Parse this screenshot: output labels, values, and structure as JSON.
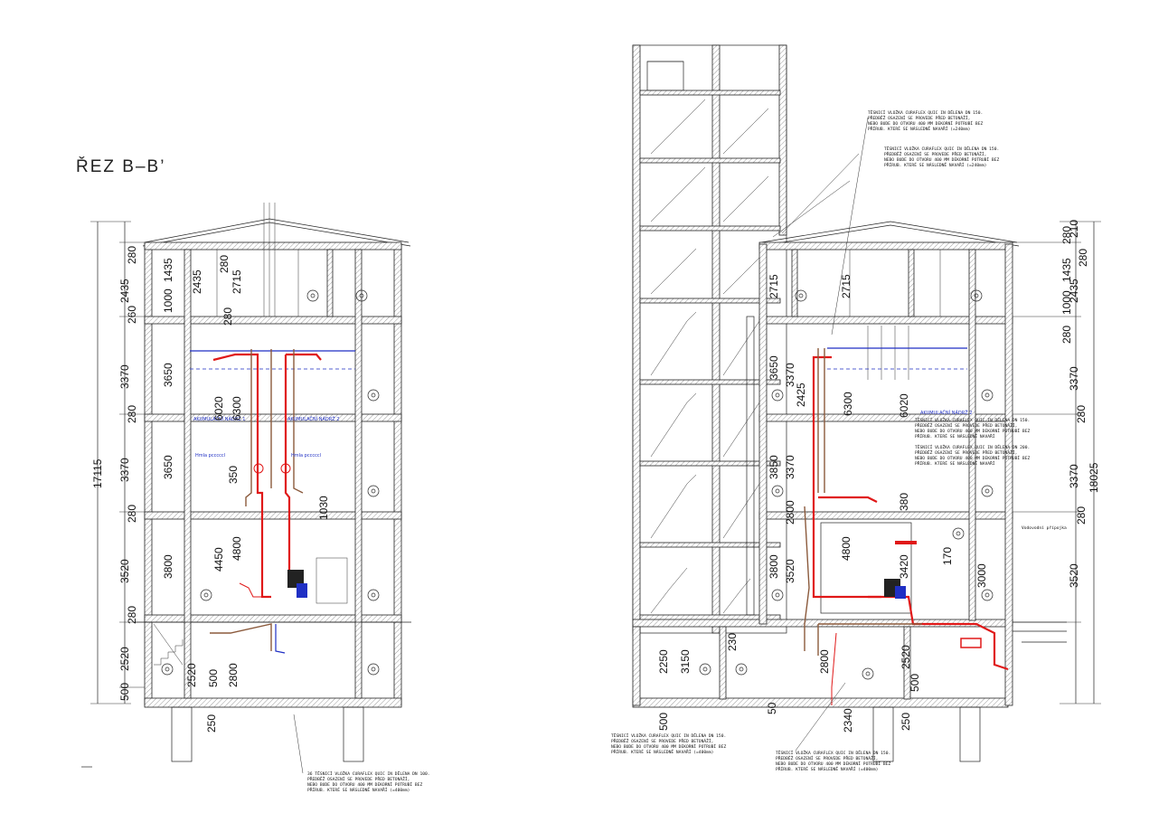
{
  "drawing": {
    "title_left": "ŘEZ B–B’",
    "left_dims": [
      "17115",
      "2435",
      "3370",
      "3370",
      "3520",
      "2520",
      "500",
      "280",
      "260",
      "280",
      "280",
      "280"
    ],
    "left_inner_dims": [
      "1435",
      "1000",
      "2435",
      "2715",
      "280",
      "280",
      "3650",
      "3650",
      "3800",
      "6020",
      "6300",
      "4450",
      "4800",
      "350",
      "1030",
      "2520",
      "2800",
      "500",
      "250"
    ],
    "right_dims": [
      "18025",
      "2435",
      "3370",
      "3370",
      "3520",
      "210",
      "1435",
      "1000",
      "280",
      "280",
      "280",
      "280",
      "280"
    ],
    "right_inner_dims": [
      "2715",
      "2715",
      "3650",
      "3370",
      "2425",
      "6300",
      "6020",
      "3850",
      "3370",
      "2800",
      "380",
      "3800",
      "3520",
      "4800",
      "3420",
      "170",
      "3000",
      "2250",
      "3150",
      "2800",
      "2520",
      "500",
      "230",
      "500",
      "2340",
      "250",
      "50"
    ],
    "labels": {
      "akumulacni_left": "AKUMULAČNÍ NÁDRŽ 1",
      "akumulacni_right": "AKUMULAČNÍ NÁDRŽ 2",
      "hmla": "Hmla pcccccl"
    },
    "notes": {
      "note_bottom_left": [
        "36 TĚSNICÍ VLOŽKA CURAFLEX QUIC IN DĚLENA DN 100.",
        "PŘEDBĚŽ OSAZENÍ SE PROVEDE PŘED BETONÁŽÍ,",
        "NEBO BUDE DO OTVORU 400 MM DEKORNÍ POTRUBÍ BEZ",
        "PŘÍRUB. KTERÉ SE NÁSLEDNĚ NAVAŘÍ (=400mm)"
      ],
      "note_bottom_mid": [
        "TĚSNICÍ VLOŽKA CURAFLEX QUIC IN DĚLENA DN 150.",
        "PŘEDBĚŽ OSAZENÍ SE PROVEDE PŘED BETONÁŽÍ,",
        "NEBO BUDE DO OTVORU 400 MM DEKORNÍ POTRUBÍ BEZ",
        "PŘÍRUB. KTERÉ SE NÁSLEDNĚ NAVAŘÍ (=400mm)"
      ],
      "note_bottom_right": [
        "TĚSNICÍ VLOŽKA CURAFLEX QUIC IN DĚLENA DN 150.",
        "PŘEDBĚŽ OSAZENÍ SE PROVEDE PŘED BETONÁŽÍ,",
        "NEBO BUDE DO OTVORU 400 MM DEKORNÍ POTRUBÍ BEZ",
        "PŘÍRUB. KTERÉ SE NÁSLEDNĚ NAVAŘÍ (=400mm)"
      ],
      "note_top_1": [
        "TĚSNICÍ VLOŽKA CURAFLEX QUIC IN DĚLENA DN 150.",
        "PŘEDBĚŽ OSAZENÍ SE PROVEDE PŘED BETONÁŽÍ,",
        "NEBO BUDE DO OTVORU 400 MM DEKORNÍ POTRUBÍ BEZ",
        "PŘÍRUB. KTERÉ SE NÁSLEDNĚ NAVAŘÍ (=240mm)"
      ],
      "note_top_2": [
        "TĚSNICÍ VLOŽKA CURAFLEX QUIC IN DĚLENA DN 150.",
        "PŘEDBĚŽ OSAZENÍ SE PROVEDE PŘED BETONÁŽÍ,",
        "NEBO BUDE DO OTVORU 400 MM DEKORNÍ POTRUBÍ BEZ",
        "PŘÍRUB. KTERÉ SE NÁSLEDNĚ NAVAŘÍ (=240mm)"
      ],
      "note_mid_1": [
        "TĚSNICÍ VLOŽKA CURAFLEX QUIC IN DĚLENA DN 150.",
        "PŘEDBĚŽ OSAZENÍ SE PROVEDE PŘED BETONÁŽÍ,",
        "NEBO BUDE DO OTVORU 400 MM DEKORNÍ POTRUBÍ BEZ",
        "PŘÍRUB. KTERÉ SE NÁSLEDNĚ NAVAŘÍ"
      ],
      "note_mid_2": [
        "TĚSNICÍ VLOŽKA CURAFLEX QUIC IN DĚLENA DN 200.",
        "PŘEDBĚŽ OSAZENÍ SE PROVEDE PŘED BETONÁŽÍ,",
        "NEBO BUDE DO OTVORU 400 MM DEKORNÍ POTRUBÍ BEZ",
        "PŘÍRUB. KTERÉ SE NÁSLEDNĚ NAVAŘÍ"
      ],
      "legend_small": "Vodovodní přípojka"
    },
    "colors": {
      "line": "#222222",
      "pipe_supply": "#e01818",
      "pipe_return": "#8b5a3c",
      "water_blue": "#1f2fc4"
    }
  }
}
